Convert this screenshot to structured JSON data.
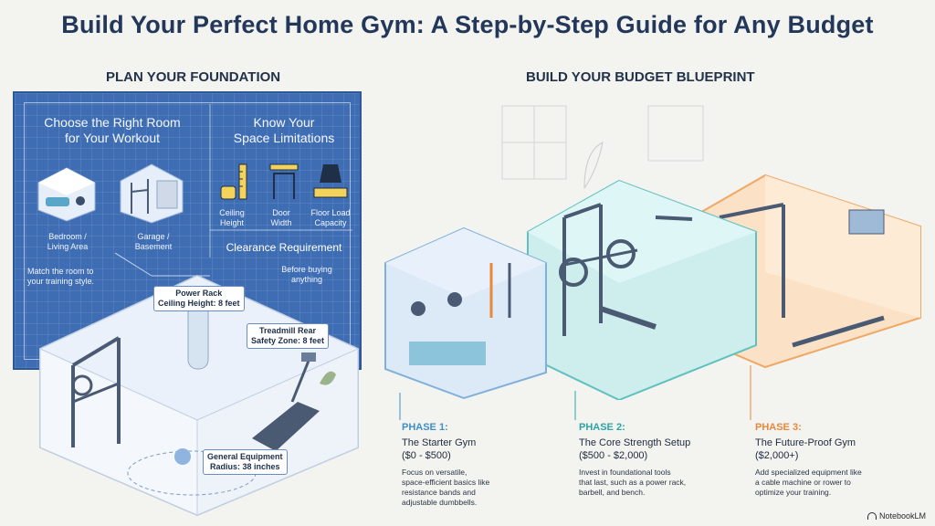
{
  "title": "Build Your Perfect Home Gym: A Step-by-Step Guide for Any Budget",
  "left_section": {
    "title": "PLAN YOUR FOUNDATION",
    "room": {
      "heading_line1": "Choose the Right Room",
      "heading_line2": "for Your Workout",
      "option1_line1": "Bedroom /",
      "option1_line2": "Living Area",
      "option2_line1": "Garage /",
      "option2_line2": "Basement",
      "note_line1": "Match the room to",
      "note_line2": "your training style."
    },
    "space": {
      "heading_line1": "Know Your",
      "heading_line2": "Space Limitations",
      "item1_line1": "Ceiling",
      "item1_line2": "Height",
      "item2_line1": "Door",
      "item2_line2": "Width",
      "item3_line1": "Floor Load",
      "item3_line2": "Capacity",
      "clearance_heading": "Clearance Requirement",
      "clearance_line1": "Before buying",
      "clearance_line2": "anything"
    },
    "callouts": {
      "rack_line1": "Power Rack",
      "rack_line2": "Ceiling Height: 8 feet",
      "treadmill_line1": "Treadmill Rear",
      "treadmill_line2": "Safety Zone: 8 feet",
      "equipment_line1": "General Equipment",
      "equipment_line2": "Radius: 38 inches"
    }
  },
  "right_section": {
    "title": "BUILD YOUR BUDGET BLUEPRINT",
    "phases": [
      {
        "label": "PHASE 1:",
        "name_line1": "The Starter Gym",
        "name_line2": "($0 - $500)",
        "desc": [
          "Focus on versatile,",
          "space-efficient basics like",
          "resistance bands and",
          "adjustable dumbbells."
        ],
        "color": "#3f8fc9"
      },
      {
        "label": "PHASE 2:",
        "name_line1": "The Core Strength Setup",
        "name_line2": "($500 - $2,000)",
        "desc": [
          "Invest in foundational tools",
          "that last, such as a power rack,",
          "barbell, and bench."
        ],
        "color": "#2aa6a6"
      },
      {
        "label": "PHASE 3:",
        "name_line1": "The Future-Proof Gym",
        "name_line2": "($2,000+)",
        "desc": [
          "Add specialized equipment like",
          "a cable machine or rower to",
          "optimize your training."
        ],
        "color": "#e8883a"
      }
    ]
  },
  "branding": "NotebookLM"
}
